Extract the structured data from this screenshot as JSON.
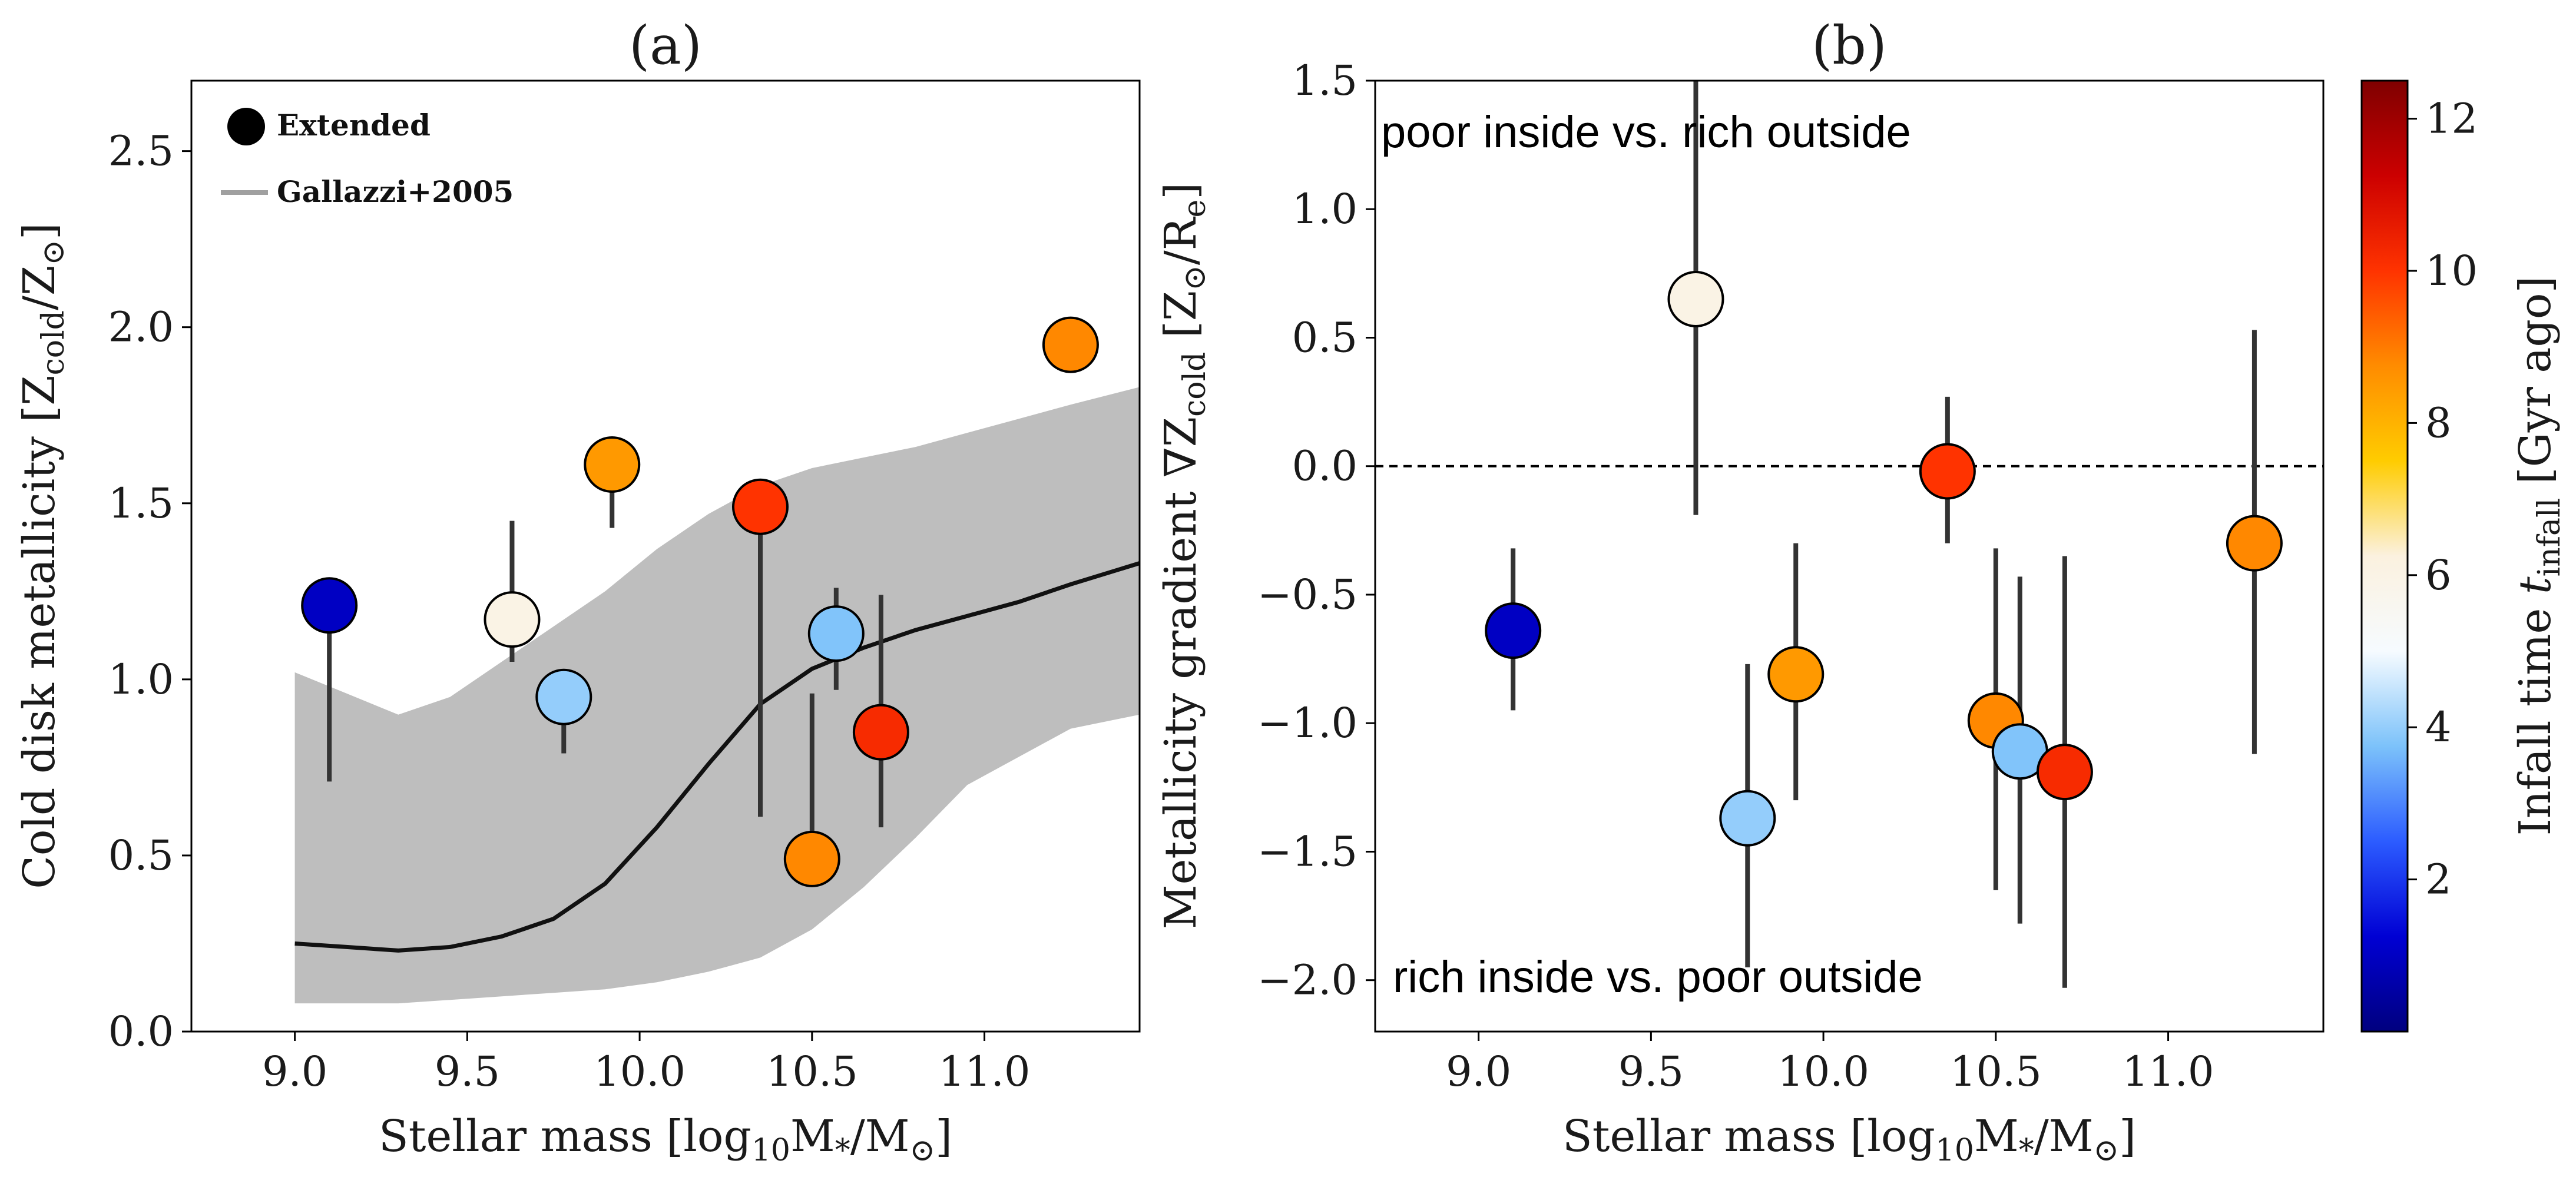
{
  "chart_data": [
    {
      "type": "scatter",
      "title": "(a)",
      "xlabel_parts": {
        "pre": "Stellar mass [log",
        "sub": "10",
        "mid": "M",
        "sub2": "*",
        "post": "/M",
        "sub3": "⊙",
        "end": "]"
      },
      "ylabel_parts": {
        "pre": "Cold disk metallicity [Z",
        "sub": "cold",
        "mid": "/Z",
        "sub2": "⊙",
        "end": "]"
      },
      "xlim": [
        8.7,
        11.45
      ],
      "ylim": [
        0.0,
        2.7
      ],
      "xticks": [
        {
          "v": 9.0,
          "label": "9.0"
        },
        {
          "v": 9.5,
          "label": "9.5"
        },
        {
          "v": 10.0,
          "label": "10.0"
        },
        {
          "v": 10.5,
          "label": "10.5"
        },
        {
          "v": 11.0,
          "label": "11.0"
        }
      ],
      "yticks": [
        {
          "v": 0.0,
          "label": "0.0"
        },
        {
          "v": 0.5,
          "label": "0.5"
        },
        {
          "v": 1.0,
          "label": "1.0"
        },
        {
          "v": 1.5,
          "label": "1.5"
        },
        {
          "v": 2.0,
          "label": "2.0"
        },
        {
          "v": 2.5,
          "label": "2.5"
        }
      ],
      "legend": {
        "placement": "top-left",
        "entries": [
          "Extended",
          "Gallazzi+2005"
        ]
      },
      "points": [
        {
          "x": 9.1,
          "y": 1.21,
          "lo": 0.71,
          "hi": 1.21,
          "infall": 1.0
        },
        {
          "x": 9.63,
          "y": 1.17,
          "lo": 1.05,
          "hi": 1.45,
          "infall": 6.0
        },
        {
          "x": 9.78,
          "y": 0.95,
          "lo": 0.79,
          "hi": 0.95,
          "infall": 4.0
        },
        {
          "x": 9.92,
          "y": 1.61,
          "lo": 1.43,
          "hi": 1.61,
          "infall": 8.5
        },
        {
          "x": 10.35,
          "y": 1.49,
          "lo": 0.61,
          "hi": 1.49,
          "infall": 10.0
        },
        {
          "x": 10.5,
          "y": 0.49,
          "lo": 0.49,
          "hi": 0.96,
          "infall": 8.8
        },
        {
          "x": 10.57,
          "y": 1.13,
          "lo": 0.97,
          "hi": 1.26,
          "infall": 3.8
        },
        {
          "x": 10.7,
          "y": 0.85,
          "lo": 0.58,
          "hi": 1.24,
          "infall": 10.2
        },
        {
          "x": 11.25,
          "y": 1.95,
          "lo": 1.95,
          "hi": 1.95,
          "infall": 8.8
        }
      ],
      "gallazzi": {
        "x": [
          9.0,
          9.15,
          9.3,
          9.45,
          9.6,
          9.75,
          9.9,
          10.05,
          10.2,
          10.35,
          10.5,
          10.65,
          10.8,
          10.95,
          11.1,
          11.25,
          11.45
        ],
        "median": [
          0.25,
          0.24,
          0.23,
          0.24,
          0.27,
          0.32,
          0.42,
          0.58,
          0.76,
          0.93,
          1.03,
          1.09,
          1.14,
          1.18,
          1.22,
          1.27,
          1.33
        ],
        "lower": [
          0.08,
          0.08,
          0.08,
          0.09,
          0.1,
          0.11,
          0.12,
          0.14,
          0.17,
          0.21,
          0.29,
          0.41,
          0.55,
          0.7,
          0.78,
          0.86,
          0.9
        ],
        "upper": [
          1.02,
          0.96,
          0.9,
          0.95,
          1.05,
          1.15,
          1.25,
          1.37,
          1.47,
          1.55,
          1.6,
          1.63,
          1.66,
          1.7,
          1.74,
          1.78,
          1.83
        ]
      }
    },
    {
      "type": "scatter",
      "title": "(b)",
      "xlabel_parts": {
        "pre": "Stellar mass [log",
        "sub": "10",
        "mid": "M",
        "sub2": "*",
        "post": "/M",
        "sub3": "⊙",
        "end": "]"
      },
      "ylabel_parts": {
        "pre": "Metallicity gradient ∇Z",
        "sub": "cold",
        "mid": " [Z",
        "sub2": "⊙",
        "post": "/R",
        "sub3": "e",
        "end": "]"
      },
      "xlim": [
        8.7,
        11.45
      ],
      "ylim": [
        -2.2,
        1.5
      ],
      "xticks": [
        {
          "v": 9.0,
          "label": "9.0"
        },
        {
          "v": 9.5,
          "label": "9.5"
        },
        {
          "v": 10.0,
          "label": "10.0"
        },
        {
          "v": 10.5,
          "label": "10.5"
        },
        {
          "v": 11.0,
          "label": "11.0"
        }
      ],
      "yticks": [
        {
          "v": 1.5,
          "label": "1.5"
        },
        {
          "v": 1.0,
          "label": "1.0"
        },
        {
          "v": 0.5,
          "label": "0.5"
        },
        {
          "v": 0.0,
          "label": "0.0"
        },
        {
          "v": -0.5,
          "label": "−0.5"
        },
        {
          "v": -1.0,
          "label": "−1.0"
        },
        {
          "v": -1.5,
          "label": "−1.5"
        },
        {
          "v": -2.0,
          "label": "−2.0"
        }
      ],
      "reference_line_y": 0.0,
      "annotations": [
        "poor inside vs. rich outside",
        "rich inside vs. poor outside"
      ],
      "points": [
        {
          "x": 9.1,
          "y": -0.64,
          "lo": -0.95,
          "hi": -0.32,
          "infall": 1.0
        },
        {
          "x": 9.63,
          "y": 0.65,
          "lo": -0.19,
          "hi": 1.5,
          "infall": 6.0
        },
        {
          "x": 9.78,
          "y": -1.37,
          "lo": -1.95,
          "hi": -0.77,
          "infall": 4.0
        },
        {
          "x": 9.92,
          "y": -0.81,
          "lo": -1.3,
          "hi": -0.3,
          "infall": 8.5
        },
        {
          "x": 10.36,
          "y": -0.02,
          "lo": -0.3,
          "hi": 0.27,
          "infall": 10.0
        },
        {
          "x": 10.5,
          "y": -0.99,
          "lo": -1.65,
          "hi": -0.32,
          "infall": 8.8
        },
        {
          "x": 10.57,
          "y": -1.11,
          "lo": -1.78,
          "hi": -0.43,
          "infall": 3.8
        },
        {
          "x": 10.7,
          "y": -1.19,
          "lo": -2.03,
          "hi": -0.35,
          "infall": 10.2
        },
        {
          "x": 11.25,
          "y": -0.3,
          "lo": -1.12,
          "hi": 0.53,
          "infall": 8.8
        }
      ]
    }
  ],
  "colorbar": {
    "label_parts": {
      "pre": "Infall time ",
      "italic": "t",
      "sub": "infall",
      "end": " [Gyr ago]"
    },
    "range": [
      0.0,
      12.5
    ],
    "ticks": [
      {
        "v": 2,
        "label": "2"
      },
      {
        "v": 4,
        "label": "4"
      },
      {
        "v": 6,
        "label": "6"
      },
      {
        "v": 8,
        "label": "8"
      },
      {
        "v": 10,
        "label": "10"
      },
      {
        "v": 12,
        "label": "12"
      }
    ],
    "colormap_stops": [
      "#00007f",
      "#0000d4",
      "#2c5cff",
      "#7cc2fa",
      "#f6fbff",
      "#fbf1df",
      "#ffcc00",
      "#ff8c00",
      "#ff3300",
      "#cc0000",
      "#7f0000"
    ]
  },
  "colors": {
    "band": "#bebebe",
    "median_line": "#111111",
    "errorbar": "#333333"
  }
}
